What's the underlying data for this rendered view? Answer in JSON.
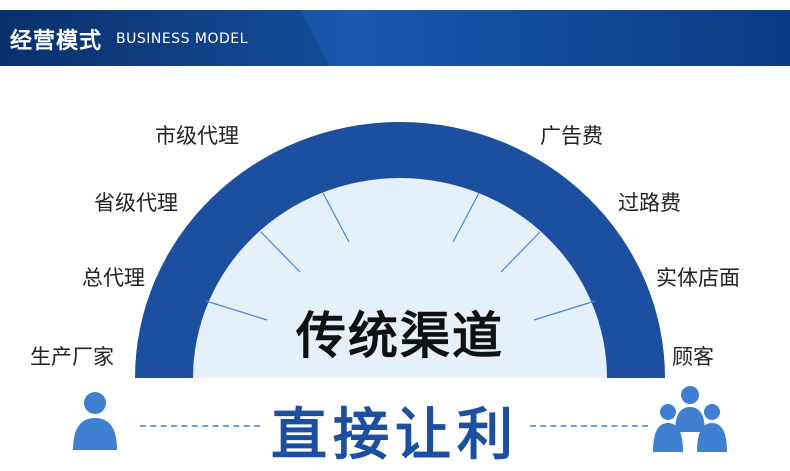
{
  "header": {
    "title": "经营模式",
    "subtitle": "BUSINESS MODEL"
  },
  "diagram": {
    "center_label": "传统渠道",
    "bottom_label": "直接让利",
    "left_labels": [
      "市级代理",
      "省级代理",
      "总代理",
      "生产厂家"
    ],
    "right_labels": [
      "广告费",
      "过路费",
      "实体店面",
      "顾客"
    ],
    "left_icon": "person-icon",
    "right_icon": "group-icon",
    "colors": {
      "arch": "#1c4fa0",
      "arch_inner": "#e6f0fb",
      "accent_text": "#1c4fa0",
      "icon": "#3f7fd0"
    }
  }
}
